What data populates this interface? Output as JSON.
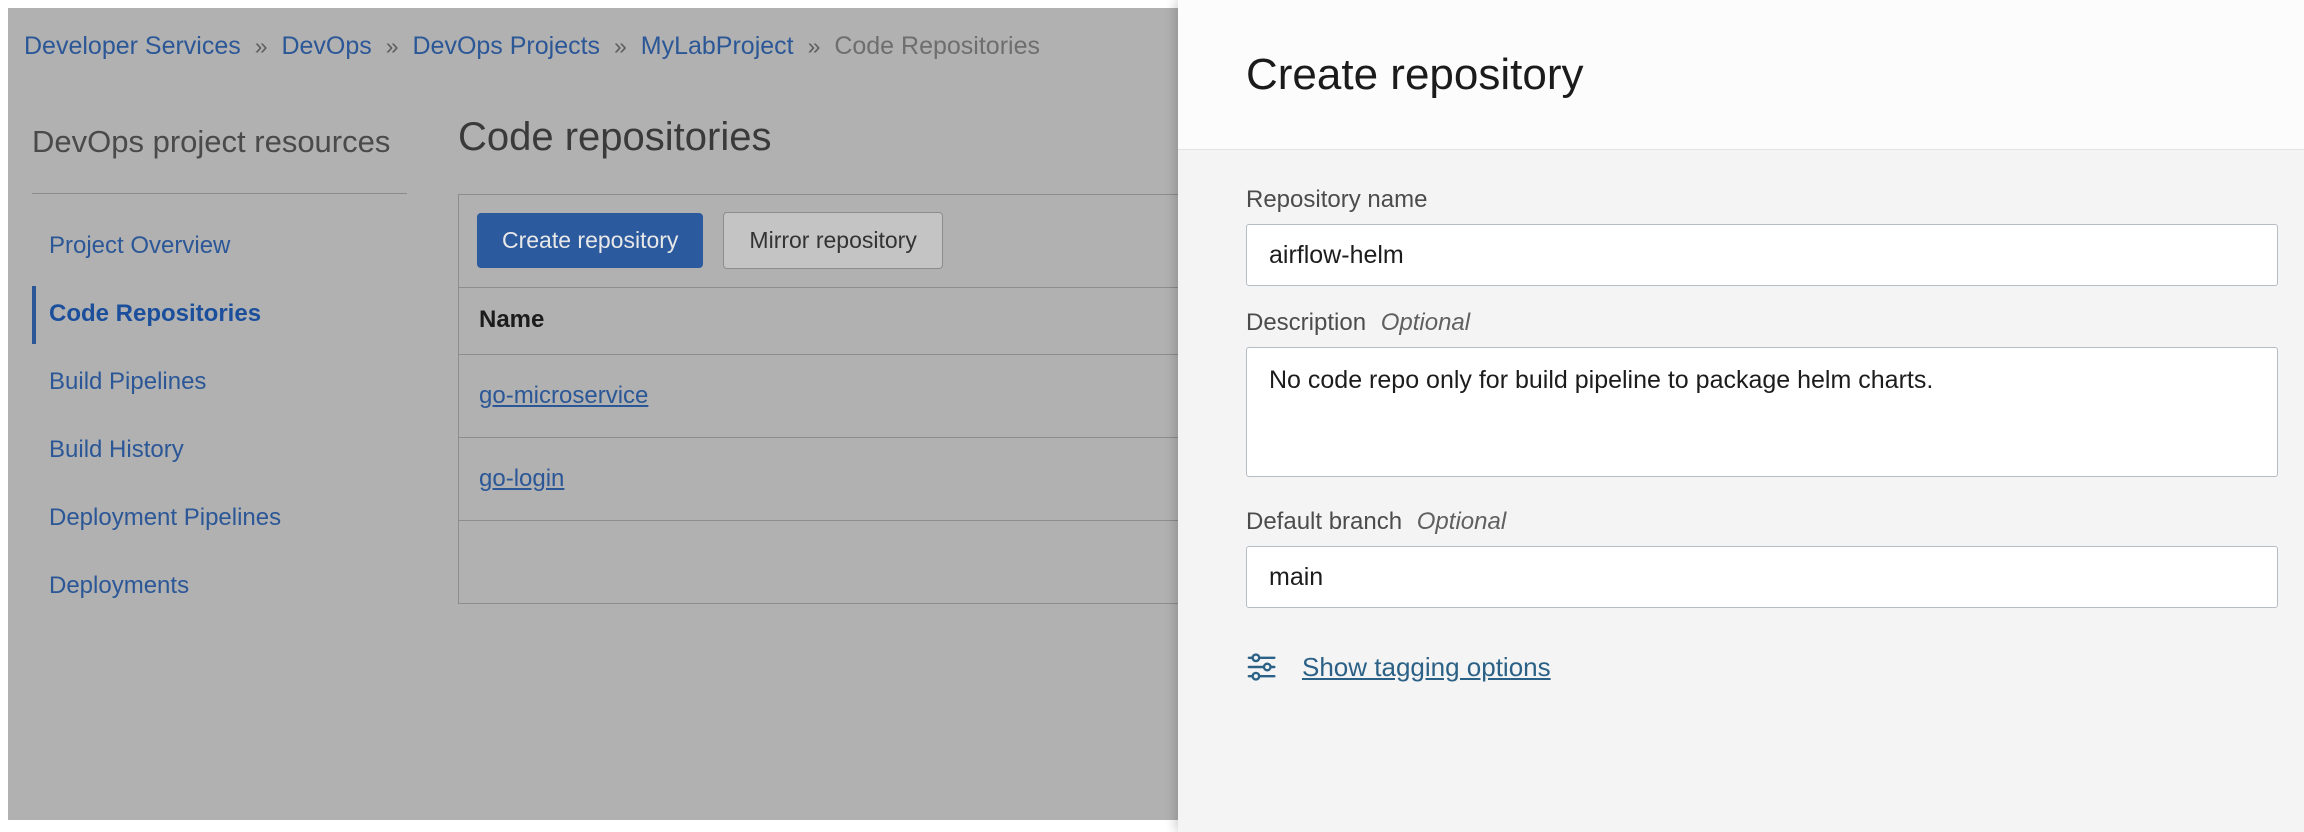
{
  "breadcrumb": {
    "separator": "»",
    "items": [
      {
        "label": "Developer Services",
        "current": false
      },
      {
        "label": "DevOps",
        "current": false
      },
      {
        "label": "DevOps Projects",
        "current": false
      },
      {
        "label": "MyLabProject",
        "current": false
      },
      {
        "label": "Code Repositories",
        "current": true
      }
    ]
  },
  "sidebar": {
    "title": "DevOps project resources",
    "items": [
      {
        "label": "Project Overview",
        "active": false
      },
      {
        "label": "Code Repositories",
        "active": true
      },
      {
        "label": "Build Pipelines",
        "active": false
      },
      {
        "label": "Build History",
        "active": false
      },
      {
        "label": "Deployment Pipelines",
        "active": false
      },
      {
        "label": "Deployments",
        "active": false
      }
    ]
  },
  "main": {
    "page_title": "Code repositories",
    "toolbar": {
      "create_label": "Create repository",
      "mirror_label": "Mirror repository"
    },
    "table": {
      "columns": [
        "Name"
      ],
      "rows": [
        {
          "name": "go-microservice"
        },
        {
          "name": "go-login"
        },
        {
          "name": ""
        }
      ]
    }
  },
  "panel": {
    "title": "Create repository",
    "fields": {
      "repository_name": {
        "label": "Repository name",
        "optional": "",
        "value": "airflow-helm"
      },
      "description": {
        "label": "Description",
        "optional": "Optional",
        "value": "No code repo only for build pipeline to package helm charts."
      },
      "default_branch": {
        "label": "Default branch",
        "optional": "Optional",
        "value": "main"
      }
    },
    "tagging": {
      "icon": "sliders-icon",
      "link_label": "Show tagging options"
    }
  },
  "colors": {
    "accent_blue": "#2b5797",
    "primary_button": "#2c5a9e",
    "link_teal": "#2b6186",
    "overlay_gray": "#b1b1b1",
    "panel_bg": "#f4f4f4",
    "panel_header_bg": "#fcfcfc"
  }
}
